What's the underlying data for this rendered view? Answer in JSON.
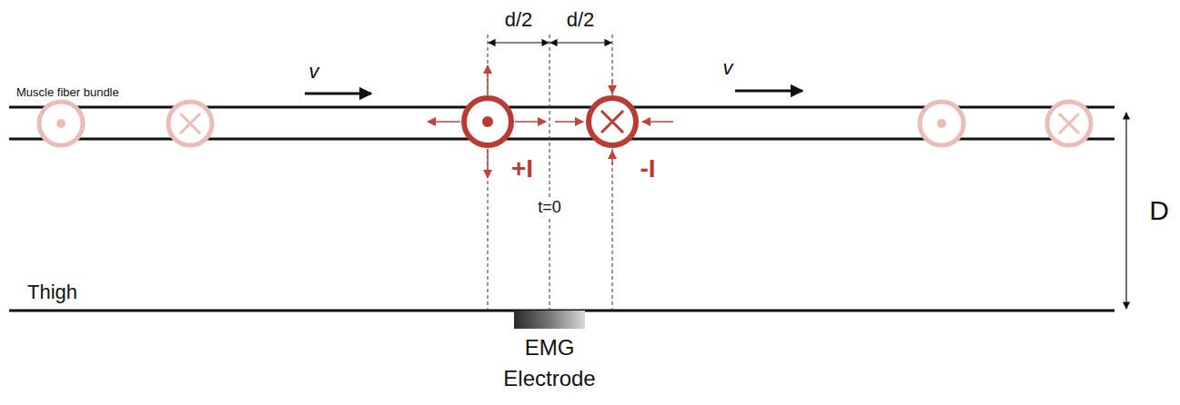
{
  "diagram": {
    "nodes": [
      {
        "text": [
          "EMG Electrode"
        ]
      }
    ],
    "labels": [
      "d/2",
      "d/2",
      "v",
      "Muscle fiber bundle",
      "v",
      "+I",
      "-I",
      "t=0",
      "D",
      "Thigh"
    ]
  }
}
